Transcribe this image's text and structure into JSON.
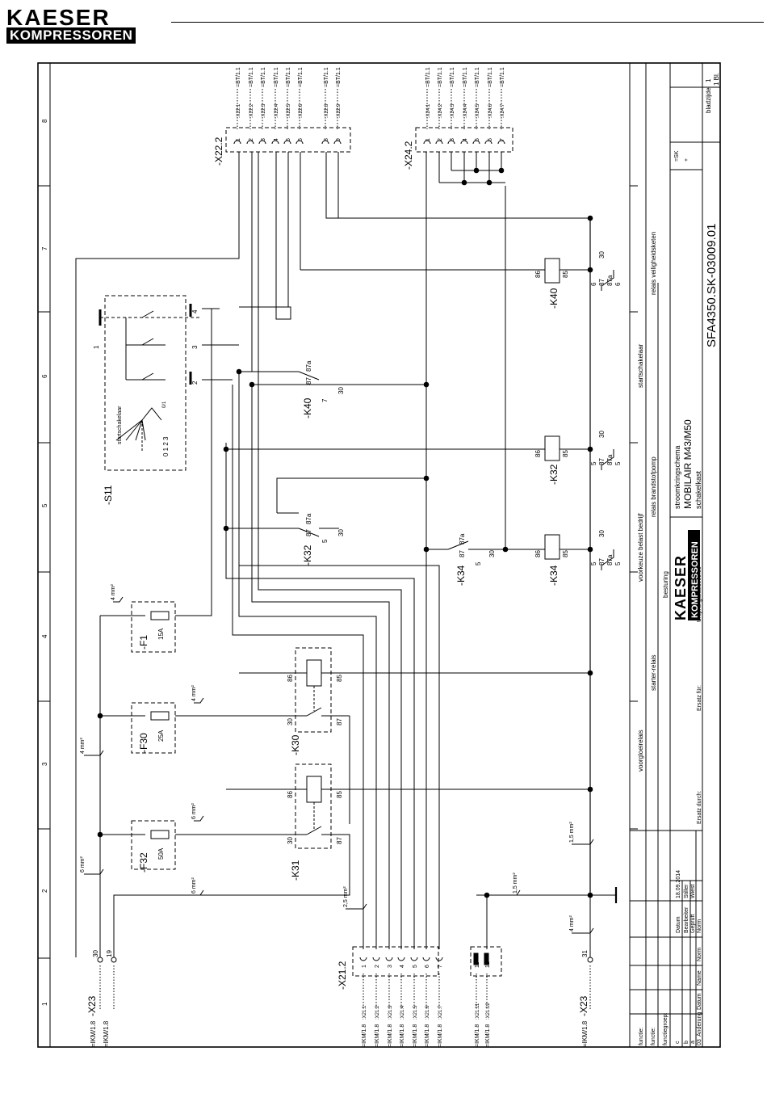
{
  "header": {
    "brand_top": "KAESER",
    "brand_bottom": "KOMPRESSOREN"
  },
  "frame": {
    "zone_numbers": [
      "1",
      "2",
      "3",
      "4",
      "5",
      "6",
      "7",
      "8"
    ]
  },
  "components": {
    "s11": {
      "tag": "-S11",
      "desc": "startschakelaar",
      "positions": "0  1  2  3",
      "pos_01": "0/1",
      "terminals": [
        "1",
        "2",
        "3",
        "4"
      ]
    },
    "x22_2": {
      "tag": "-X22.2",
      "terminals": [
        "1",
        "2",
        "3",
        "4",
        "5",
        "6",
        "8",
        "9"
      ],
      "labels": [
        ":X22.1",
        ":X22.2",
        ":X22.3",
        ":X22.4",
        ":X22.5",
        ":X22.6",
        ":X22.8",
        ":X22.9"
      ],
      "xref": "=BT/1.1"
    },
    "x24_2": {
      "tag": "-X24.2",
      "terminals": [
        "1",
        "2",
        "3",
        "4",
        "5",
        "6",
        "7"
      ],
      "labels": [
        ":X24.1",
        ":X24.2",
        ":X24.3",
        ":X24.4",
        ":X24.5",
        ":X24.6",
        ":X24.7"
      ],
      "xref": "=BT/1.1"
    },
    "x21_2": {
      "tag": "-X21.2",
      "terminals": [
        "1",
        "2",
        "3",
        "4",
        "5",
        "6",
        "7",
        "11",
        "12"
      ],
      "labels": [
        ":X21.1",
        ":X21.2",
        ":X21.3",
        ":X21.4",
        ":X21.5",
        ":X21.6",
        ":X21.7",
        ":X21.11",
        ":X21.12"
      ],
      "xref": "=IKM/1.8"
    },
    "x23": {
      "tag": "-X23",
      "terminals": [
        "30",
        "19",
        "31"
      ],
      "xref": "=IKM/1.8"
    },
    "f32": {
      "tag": "-F32",
      "rating": "50A"
    },
    "f30": {
      "tag": "-F30",
      "rating": "25A"
    },
    "f1": {
      "tag": "-F1",
      "rating": "15A"
    },
    "k31": {
      "tag": "-K31",
      "coil": [
        "86",
        "85"
      ],
      "contact": [
        "30",
        "87"
      ]
    },
    "k30": {
      "tag": "-K30",
      "coil": [
        "86",
        "85"
      ],
      "contact": [
        "30",
        "87"
      ]
    },
    "k40": {
      "tag": "-K40",
      "coil": [
        "86",
        "85"
      ],
      "contact": [
        "30",
        "87",
        "87a"
      ],
      "xref": "7"
    },
    "k32": {
      "tag": "-K32",
      "coil": [
        "86",
        "85"
      ],
      "contact": [
        "30",
        "87",
        "87a"
      ],
      "xref": "5"
    },
    "k34": {
      "tag": "-K34",
      "coil": [
        "86",
        "85"
      ],
      "contact": [
        "30",
        "87",
        "87a"
      ],
      "xref": "5"
    },
    "k40_cx": {
      "contact": [
        "30",
        "87",
        "87a"
      ],
      "xref": [
        "6",
        "6"
      ]
    },
    "k32_cx": {
      "contact": [
        "30",
        "87",
        "87a"
      ],
      "xref": [
        "5",
        "5"
      ]
    },
    "k34_cx": {
      "contact": [
        "30",
        "87",
        "87a"
      ],
      "xref": [
        "5",
        "5"
      ]
    }
  },
  "wire_sizes": [
    "6 mm²",
    "4 mm²",
    "6 mm²",
    "6 mm²",
    "4 mm²",
    "4 mm²",
    "2,5 mm²",
    "1,5 mm²",
    "1,5 mm²",
    "4 mm²"
  ],
  "functions": {
    "voorgloeirelais": "voorgloeirelais",
    "starter_relais": "starter-relais",
    "besturing": "besturing",
    "voorkeuze": "voorkeuze belast bedrijf",
    "brandstofpomp": "relais brandstofpomp",
    "startschakelaar": "startschakelaar",
    "veiligheidsketen": "relais veiligheidsketen"
  },
  "titleblock": {
    "functie_labels": [
      "functie:",
      "functie:",
      "functiegroep:"
    ],
    "revisions": [
      "c",
      "b",
      "a",
      "03"
    ],
    "rev_headers": [
      "Änderung",
      "Datum",
      "Name",
      "Norm"
    ],
    "rows": [
      {
        "k": "Datum",
        "v": "18.09.2014"
      },
      {
        "k": "Bearbeiter",
        "v": "Stiller"
      },
      {
        "k": "Geprüft",
        "v": "Wiest"
      },
      {
        "k": "Norm",
        "v": ""
      }
    ],
    "ersatz_durch": "Ersatz durch:",
    "ersatz_fur": "Ersatz für:",
    "ursprung": "Ursprung:",
    "ursprung_value": "afa03009.00",
    "doc_type": "stroomkringschema",
    "product": "MOBILAIR M43/M50",
    "subject": "schakelkast",
    "drawing_no": "SFA4350.SK-03009.01",
    "page_label": "bladzijde",
    "page": "1",
    "sheets": "1 Bl.",
    "sk": "=SK",
    "plus": "+"
  }
}
